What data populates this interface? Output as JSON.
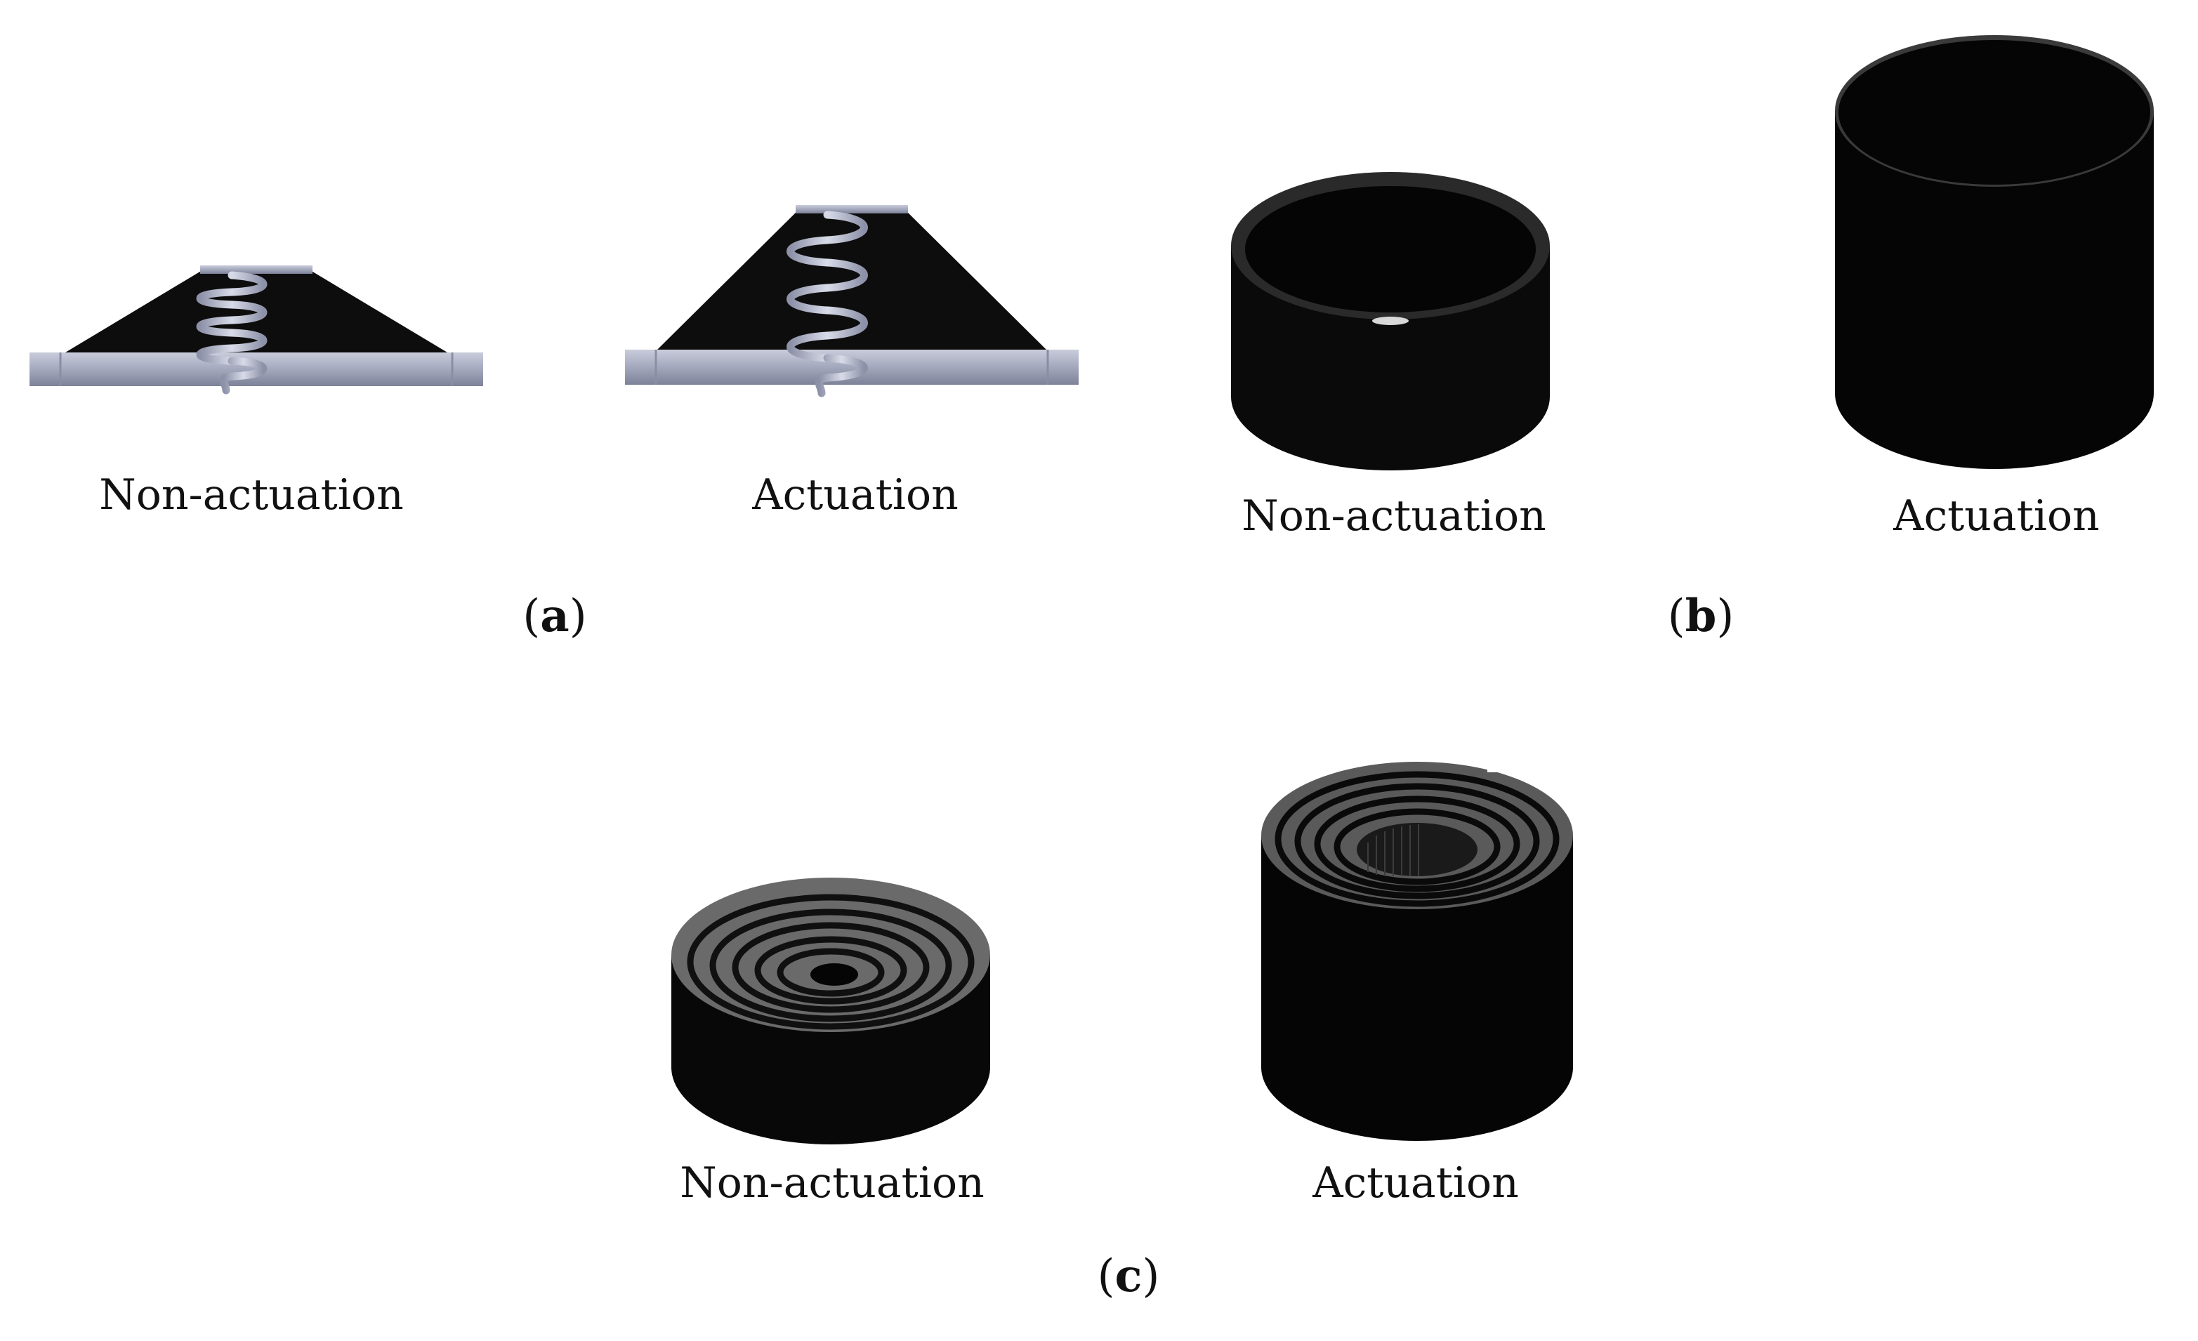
{
  "panels": [
    {
      "label": "a",
      "states": [
        {
          "caption": "Non-actuation",
          "shape": "cone-with-spring"
        },
        {
          "caption": "Actuation",
          "shape": "cone-with-spring"
        }
      ]
    },
    {
      "label": "b",
      "states": [
        {
          "caption": "Non-actuation",
          "shape": "cylinder"
        },
        {
          "caption": "Actuation",
          "shape": "cylinder"
        }
      ]
    },
    {
      "label": "c",
      "states": [
        {
          "caption": "Non-actuation",
          "shape": "spiral-roll"
        },
        {
          "caption": "Actuation",
          "shape": "spiral-roll"
        }
      ]
    }
  ],
  "colors": {
    "body": "#0d0d0d",
    "metal": "#a9adc2",
    "metal_dark": "#7c8096",
    "spiral_top": "#6a6a6a"
  }
}
